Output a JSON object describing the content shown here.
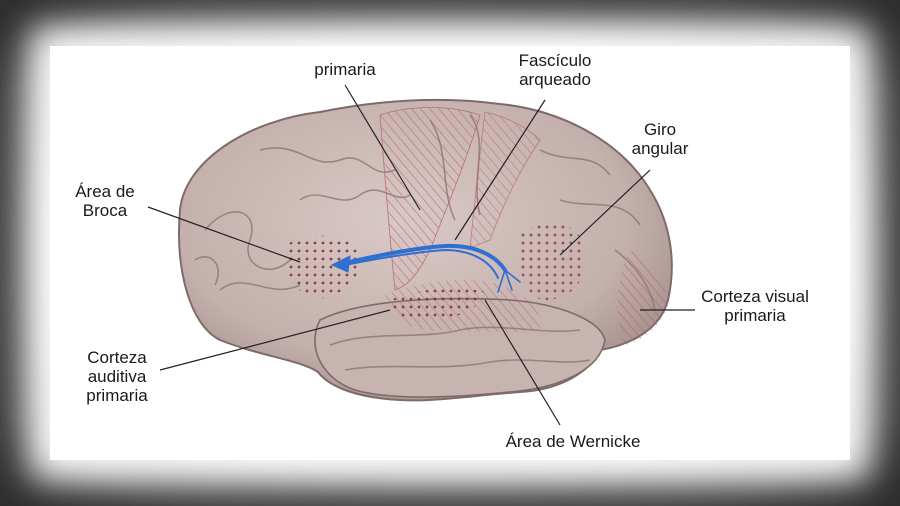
{
  "labels": {
    "motor_primary": "primaria",
    "arcuate": "Fascículo\narqueado",
    "angular": "Giro\nangular",
    "broca": "Área de\nBroca",
    "visual": "Corteza visual\nprimaria",
    "auditory": "Corteza\nauditiva\nprimaria",
    "wernicke": "Área de Wernicke"
  },
  "colors": {
    "brain_fill": "#c9b6b3",
    "brain_dark": "#8f7a78",
    "hatch_region": "#d99ca4",
    "pathway": "#2f6fd0",
    "leader_line": "#222222"
  }
}
